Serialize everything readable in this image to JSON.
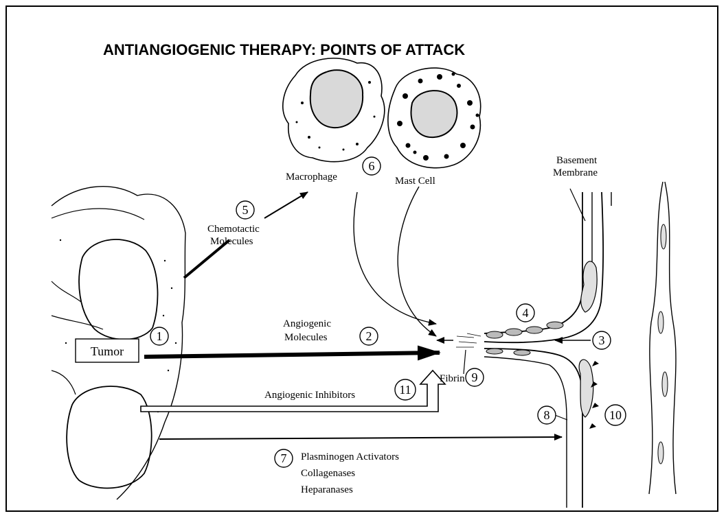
{
  "title": "ANTIANGIOGENIC THERAPY:   POINTS OF ATTACK",
  "labels": {
    "macrophage": "Macrophage",
    "mast_cell": "Mast Cell",
    "basement_line1": "Basement",
    "basement_line2": "Membrane",
    "chemotactic_line1": "Chemotactic",
    "chemotactic_line2": "Molecules",
    "angiogenic_line1": "Angiogenic",
    "angiogenic_line2": "Molecules",
    "tumor": "Tumor",
    "fibrin": "Fibrin",
    "inhibitors": "Angiogenic Inhibitors",
    "plasminogen": "Plasminogen Activators",
    "collagenases": "Collagenases",
    "heparanases": "Heparanases"
  },
  "numbers": {
    "n1": "1",
    "n2": "2",
    "n3": "3",
    "n4": "4",
    "n5": "5",
    "n6": "6",
    "n7": "7",
    "n8": "8",
    "n9": "9",
    "n10": "10",
    "n11": "11"
  }
}
